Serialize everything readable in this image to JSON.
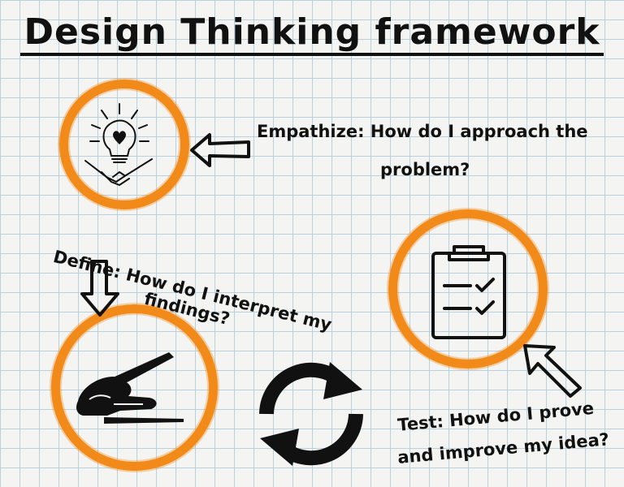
{
  "title": "Design Thinking framework",
  "steps": {
    "empathize": {
      "line1": "Empathize: How do I approach the",
      "line2": "problem?",
      "icon": "lightbulb-handshake-icon"
    },
    "define": {
      "line1": "Define: How do I interpret my",
      "line2": "findings?",
      "icon": "hand-writing-icon"
    },
    "test": {
      "line1": "Test: How do I prove",
      "line2": "and improve my idea?",
      "icon": "clipboard-checklist-icon"
    }
  },
  "colors": {
    "accent": "#f28a1a",
    "ink": "#111111",
    "grid": "#b9d0dd"
  }
}
